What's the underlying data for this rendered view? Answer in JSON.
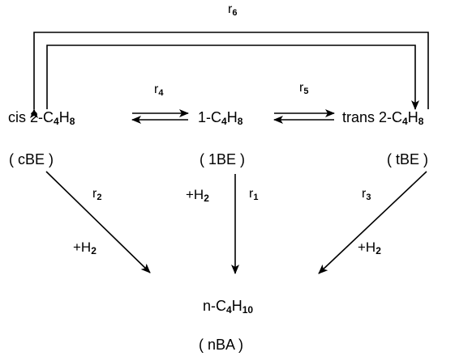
{
  "species": {
    "cbe": {
      "pre": "cis 2-C",
      "s1": "4",
      "mid": "H",
      "s2": "8",
      "abbr": "( cBE )"
    },
    "1be": {
      "pre": "1-C",
      "s1": "4",
      "mid": "H",
      "s2": "8",
      "abbr": "( 1BE )"
    },
    "tbe": {
      "pre": "trans 2-C",
      "s1": "4",
      "mid": "H",
      "s2": "8",
      "abbr": "( tBE )"
    },
    "nba": {
      "pre": "n-C",
      "s1": "4",
      "mid": "H",
      "s2": "10",
      "abbr": "( nBA )"
    }
  },
  "rates": {
    "r1": {
      "base": "r",
      "sub": "1"
    },
    "r2": {
      "base": "r",
      "sub": "2"
    },
    "r3": {
      "base": "r",
      "sub": "3"
    },
    "r4": {
      "base": "r",
      "sub": "4"
    },
    "r5": {
      "base": "r",
      "sub": "5"
    },
    "r6": {
      "base": "r",
      "sub": "6"
    }
  },
  "hydrogen": {
    "base": "+H",
    "sub": "2"
  }
}
